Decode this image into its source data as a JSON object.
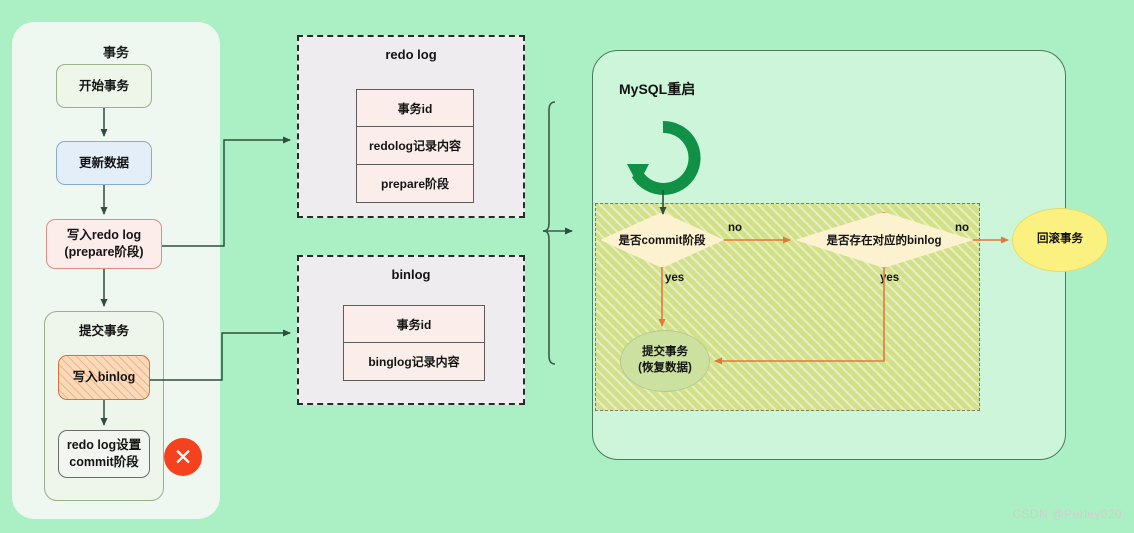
{
  "diagram": {
    "title_watermark": "CSDN @Perley620",
    "background_color": "#aaf0c4"
  },
  "transaction_panel": {
    "title": "事务",
    "nodes": {
      "start": "开始事务",
      "update": "更新数据",
      "write_redo_log": "写入redo log\n(prepare阶段)",
      "write_redo_log_line1": "写入redo log",
      "write_redo_log_line2": "(prepare阶段)",
      "commit_group_title": "提交事务",
      "write_binlog": "写入binlog",
      "set_commit_line1": "redo log设置",
      "set_commit_line2": "commit阶段"
    },
    "failure_marker": "✕",
    "colors": {
      "panel": "#eef7f0",
      "start": "#eef5e9",
      "update": "#e4eef8",
      "redo_log": "#fcecea",
      "binlog": "#fbd9b9",
      "failure": "#f4411e"
    }
  },
  "redo_log_panel": {
    "title": "redo log",
    "rows": [
      "事务id",
      "redolog记录内容",
      "prepare阶段"
    ]
  },
  "binlog_panel": {
    "title": "binlog",
    "rows": [
      "事务id",
      "binglog记录内容"
    ]
  },
  "restart_panel": {
    "title": "MySQL重启",
    "restart_icon": "circular-refresh-icon",
    "decisions": [
      {
        "label": "是否commit阶段",
        "no": "no",
        "yes": "yes"
      },
      {
        "label": "是否存在对应的binlog",
        "no": "no",
        "yes": "yes"
      }
    ],
    "outcomes": {
      "commit_line1": "提交事务",
      "commit_line2": "(恢复数据)",
      "rollback": "回滚事务"
    },
    "edge_labels": {
      "no_1": "no",
      "no_2": "no",
      "yes_1": "yes",
      "yes_2": "yes"
    },
    "colors": {
      "panel": "#cdf5d9",
      "hatched": "#d2e08a",
      "diamond": "#fdf2cf",
      "diamond_border": "#d98f4e",
      "commit_ellipse": "#cce0a0",
      "rollback_ellipse": "#fbf180",
      "arrow": "#e07a3a",
      "restart_icon": "#119146"
    }
  }
}
